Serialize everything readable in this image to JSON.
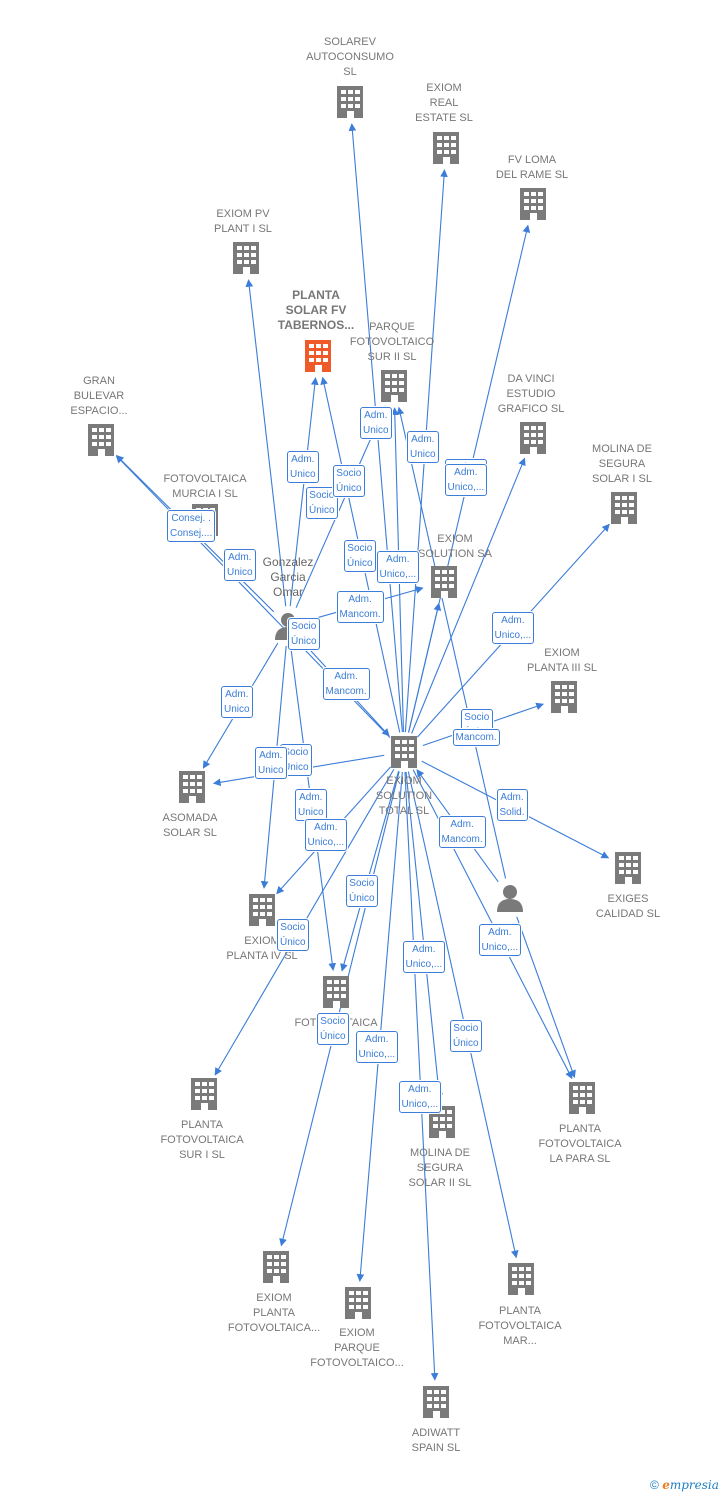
{
  "colors": {
    "edge": "#3b7dd8",
    "node": "#7a7a7a",
    "focus": "#f05a28",
    "label": "#777777"
  },
  "nodes": [
    {
      "id": "center",
      "label": "EXIOM\nSOLUTION\nTOTAL SL",
      "icon": "building-icon"
    },
    {
      "id": "solarev",
      "label": "SOLAREV\nAUTOCONSUMO\nSL",
      "icon": "building-icon"
    },
    {
      "id": "real",
      "label": "EXIOM\nREAL\nESTATE  SL",
      "icon": "building-icon"
    },
    {
      "id": "fvloma",
      "label": "FV LOMA\nDEL RAME  SL",
      "icon": "building-icon"
    },
    {
      "id": "pvplant1",
      "label": "EXIOM PV\nPLANT I  SL",
      "icon": "building-icon"
    },
    {
      "id": "tabernos",
      "label": "PLANTA\nSOLAR FV\nTABERNOS...",
      "icon": "building-icon",
      "focus": true
    },
    {
      "id": "parque2",
      "label": "PARQUE\nFOTOVOLTAICO\nSUR II  SL",
      "icon": "building-icon"
    },
    {
      "id": "davinci",
      "label": "DA VINCI\nESTUDIO\nGRAFICO SL",
      "icon": "building-icon"
    },
    {
      "id": "gran",
      "label": "GRAN\nBULEVAR\nESPACIO...",
      "icon": "building-icon"
    },
    {
      "id": "molina1",
      "label": "MOLINA DE\nSEGURA\nSOLAR I  SL",
      "icon": "building-icon"
    },
    {
      "id": "fvmurcia",
      "label": "FOTOVOLTAICA\nMURCIA I  SL",
      "icon": "building-icon"
    },
    {
      "id": "solution",
      "label": "EXIOM\nSOLUTION SA",
      "icon": "building-icon"
    },
    {
      "id": "planta3",
      "label": "EXIOM\nPLANTA III  SL",
      "icon": "building-icon"
    },
    {
      "id": "asomada",
      "label": "ASOMADA\nSOLAR  SL",
      "icon": "building-icon"
    },
    {
      "id": "exiges",
      "label": "EXIGES\nCALIDAD  SL",
      "icon": "building-icon"
    },
    {
      "id": "planta4",
      "label": "EXIOM\nPLANTA IV  SL",
      "icon": "building-icon"
    },
    {
      "id": "fvmu2",
      "label": "FOTOVOLTAICA\nMU...",
      "icon": "building-icon"
    },
    {
      "id": "sur1",
      "label": "PLANTA\nFOTOVOLTAICA\nSUR I  SL",
      "icon": "building-icon"
    },
    {
      "id": "molina2",
      "label": "MOLINA DE\nSEGURA\nSOLAR II  SL",
      "icon": "building-icon"
    },
    {
      "id": "lapara",
      "label": "PLANTA\nFOTOVOLTAICA\nLA PARA  SL",
      "icon": "building-icon"
    },
    {
      "id": "pfotov",
      "label": "EXIOM\nPLANTA\nFOTOVOLTAICA...",
      "icon": "building-icon"
    },
    {
      "id": "pmar",
      "label": "PLANTA\nFOTOVOLTAICA\nMAR...",
      "icon": "building-icon"
    },
    {
      "id": "parquefot",
      "label": "EXIOM\nPARQUE\nFOTOVOLTAICO...",
      "icon": "building-icon"
    },
    {
      "id": "adiwatt",
      "label": "ADIWATT\nSPAIN  SL",
      "icon": "building-icon"
    }
  ],
  "people": [
    {
      "id": "gonzalez",
      "label": "Gonzalez\nGarcia\nOmar",
      "icon": "person-icon"
    },
    {
      "id": "person2",
      "label": "",
      "icon": "person-icon"
    }
  ],
  "edge_labels": [
    "Adm.\nUnico",
    "Socio\nÚnico",
    "Adm.\nUnico",
    "Adm.\nUnico,...",
    "Adm.\nUnico",
    "Socio\nÚnico",
    "Consej. .\nConsej....",
    "Adm.\nUnico",
    "Socio\nÚnico",
    "Socio\nÚnico",
    "Adm.\nSolid.",
    "Adm.\nMancom.",
    "Socio\nÚnico",
    "Adm.\nUnico,...",
    "Adm.\nMancom.",
    "Adm.\nUnico",
    "Socio\nÚnico",
    "Mancom.",
    "Adm.\nUnico",
    "Socio\nÚnico",
    "Adm.\nSolid.",
    "Adm.\nUnico",
    "Adm.\nUnico,...",
    "Adm.\nMancom.",
    "Socio\nÚnico",
    "Adm.\nUnico,...",
    "Socio\nÚnico",
    "Adm.\nUnico,...",
    "Socio\nÚnico",
    "Adm.\nUnico,...",
    "Adm.\nUnico,...",
    "Adm.\nUnico,...",
    "Adm.\nUnico,..."
  ],
  "footer": {
    "copyright": "©",
    "brand_e": "e",
    "brand_rest": "mpresia"
  }
}
